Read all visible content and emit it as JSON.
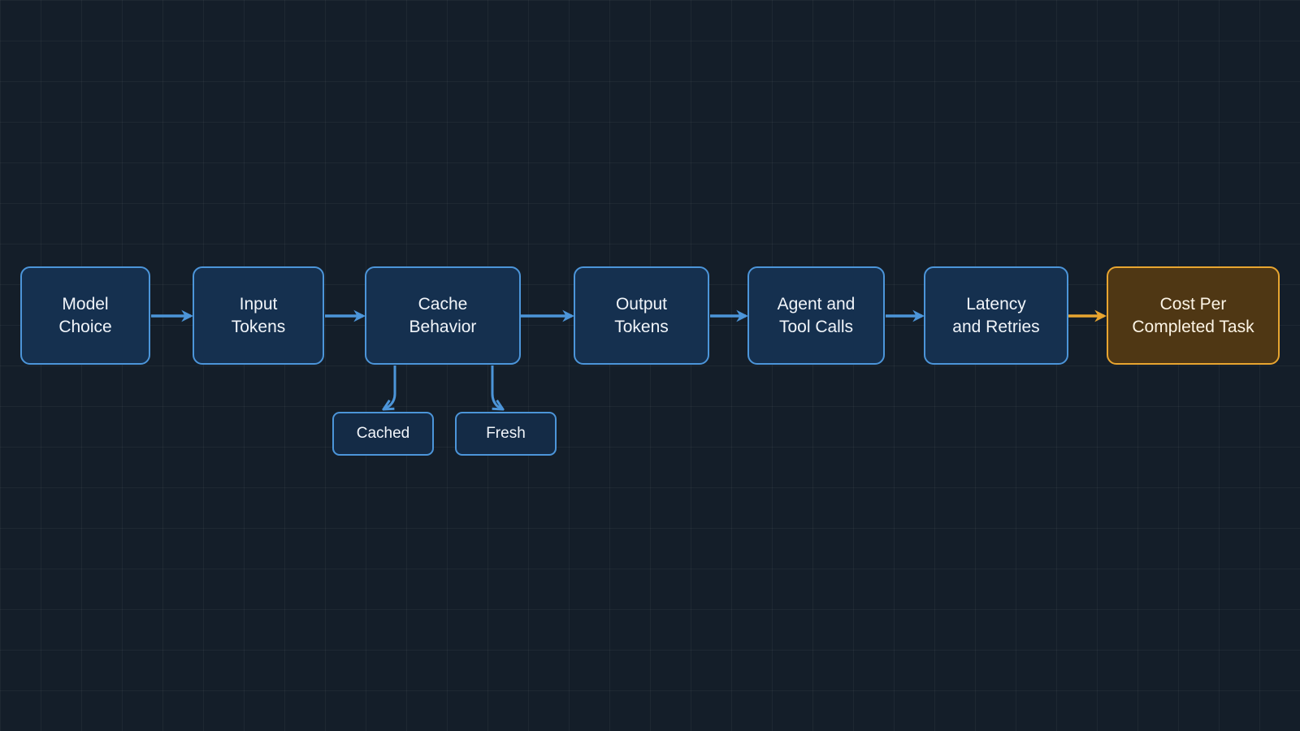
{
  "diagram": {
    "colors": {
      "background": "#141e29",
      "node_fill": "#15304f",
      "node_border": "#4c95d9",
      "connector": "#4c95d9",
      "final_fill": "#4f3714",
      "final_border": "#e8a530",
      "final_connector": "#e8a530",
      "text": "#f1f5fa"
    },
    "nodes": {
      "model_choice": {
        "line1": "Model",
        "line2": "Choice"
      },
      "input_tokens": {
        "line1": "Input",
        "line2": "Tokens"
      },
      "cache_behavior": {
        "line1": "Cache",
        "line2": "Behavior"
      },
      "output_tokens": {
        "line1": "Output",
        "line2": "Tokens"
      },
      "agent_tool_calls": {
        "line1": "Agent and",
        "line2": "Tool Calls"
      },
      "latency_retries": {
        "line1": "Latency",
        "line2": "and Retries"
      },
      "cost_per_task": {
        "line1": "Cost Per",
        "line2": "Completed Task"
      },
      "cached": {
        "label": "Cached"
      },
      "fresh": {
        "label": "Fresh"
      }
    },
    "edges": [
      {
        "from": "Model Choice",
        "to": "Input Tokens"
      },
      {
        "from": "Input Tokens",
        "to": "Cache Behavior"
      },
      {
        "from": "Cache Behavior",
        "to": "Output Tokens"
      },
      {
        "from": "Output Tokens",
        "to": "Agent and Tool Calls"
      },
      {
        "from": "Agent and Tool Calls",
        "to": "Latency and Retries"
      },
      {
        "from": "Latency and Retries",
        "to": "Cost Per Completed Task"
      },
      {
        "from": "Cache Behavior",
        "to": "Cached"
      },
      {
        "from": "Cache Behavior",
        "to": "Fresh"
      }
    ]
  }
}
